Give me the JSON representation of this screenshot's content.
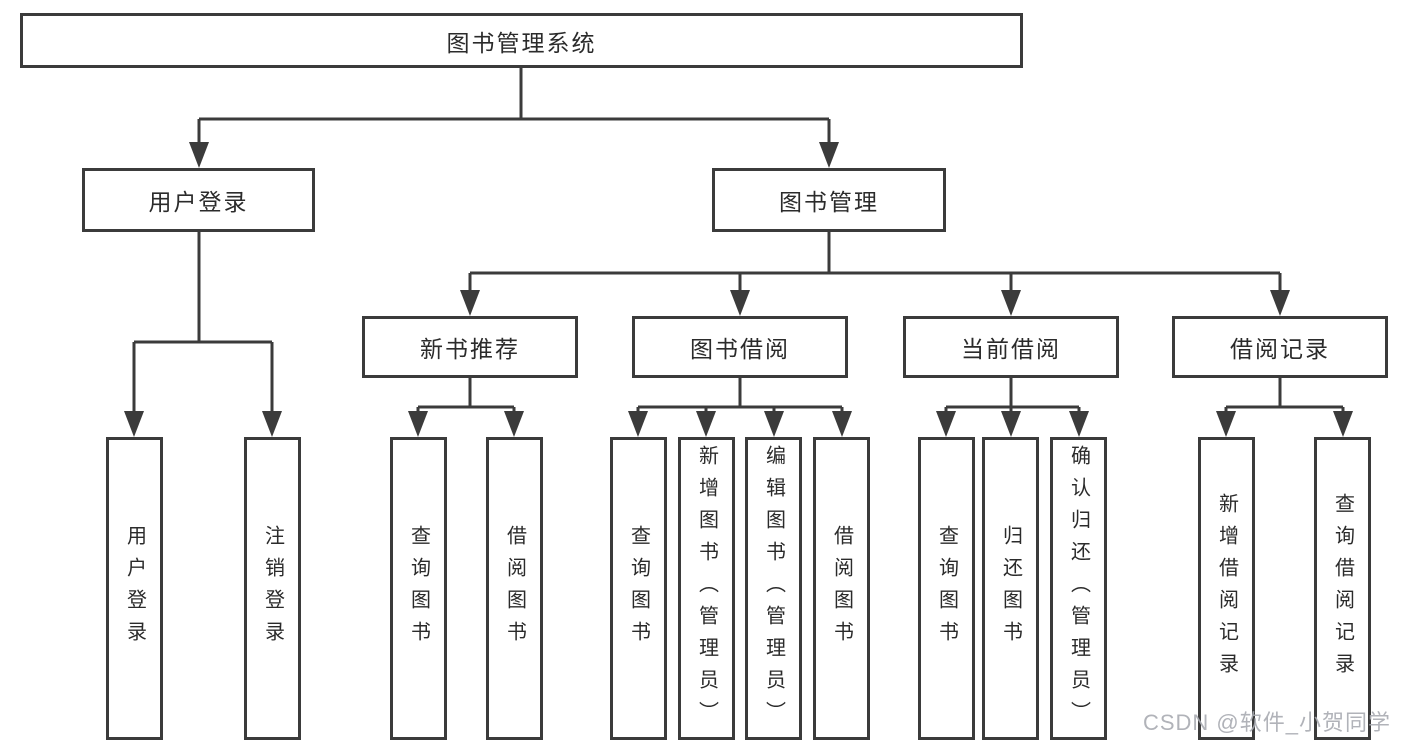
{
  "colors": {
    "background": "#ffffff",
    "line": "#3b3b3b",
    "box_border": "#3b3b3b",
    "text": "#2b2b2b",
    "watermark": "#a9abb2"
  },
  "tree": {
    "label": "图书管理系统",
    "children": [
      {
        "label": "用户登录",
        "children": [
          {
            "label": "用户登录"
          },
          {
            "label": "注销登录"
          }
        ]
      },
      {
        "label": "图书管理",
        "children": [
          {
            "label": "新书推荐",
            "children": [
              {
                "label": "查询图书"
              },
              {
                "label": "借阅图书"
              }
            ]
          },
          {
            "label": "图书借阅",
            "children": [
              {
                "label": "查询图书"
              },
              {
                "label": "新增图书（管理员）"
              },
              {
                "label": "编辑图书（管理员）"
              },
              {
                "label": "借阅图书"
              }
            ]
          },
          {
            "label": "当前借阅",
            "children": [
              {
                "label": "查询图书"
              },
              {
                "label": "归还图书"
              },
              {
                "label": "确认归还（管理员）"
              }
            ]
          },
          {
            "label": "借阅记录",
            "children": [
              {
                "label": "新增借阅记录"
              },
              {
                "label": "查询借阅记录"
              }
            ]
          }
        ]
      }
    ]
  },
  "watermark": {
    "text": "CSDN @软件_小贺同学"
  }
}
